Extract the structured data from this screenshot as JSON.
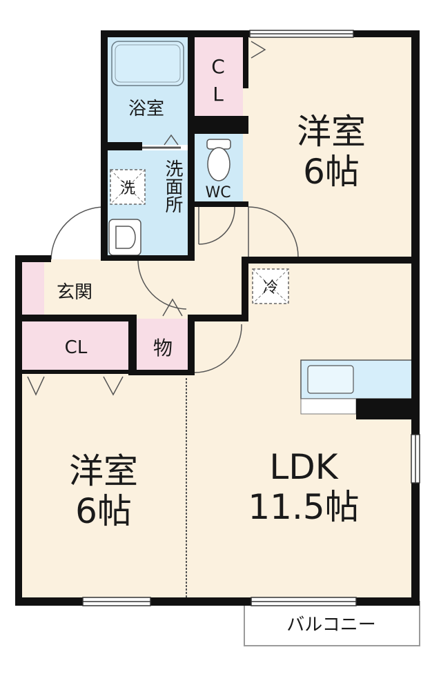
{
  "colors": {
    "wall": "#111111",
    "floor_room": "#fbf1df",
    "floor_wet": "#cfeaf7",
    "floor_storage": "#f8dde6",
    "fixture": "#d6eefa",
    "line": "#555555",
    "outline": "#9a9a9a"
  },
  "rooms": {
    "bath": {
      "label": "浴室"
    },
    "closet_top": {
      "label_line1": "C",
      "label_line2": "L"
    },
    "western_top": {
      "label_line1": "洋室",
      "label_line2": "6帖"
    },
    "washroom": {
      "label": "洗面所"
    },
    "wc": {
      "label": "WC"
    },
    "entrance": {
      "label": "玄関"
    },
    "closet_left": {
      "label": "CL"
    },
    "storage": {
      "label": "物"
    },
    "western_bottom": {
      "label_line1": "洋室",
      "label_line2": "6帖"
    },
    "ldk": {
      "label_line1": "LDK",
      "label_line2": "11.5帖"
    },
    "balcony": {
      "label": "バルコニー"
    }
  },
  "fixtures": {
    "washer_space": {
      "label": "洗"
    },
    "fridge_space": {
      "label": "冷"
    }
  }
}
